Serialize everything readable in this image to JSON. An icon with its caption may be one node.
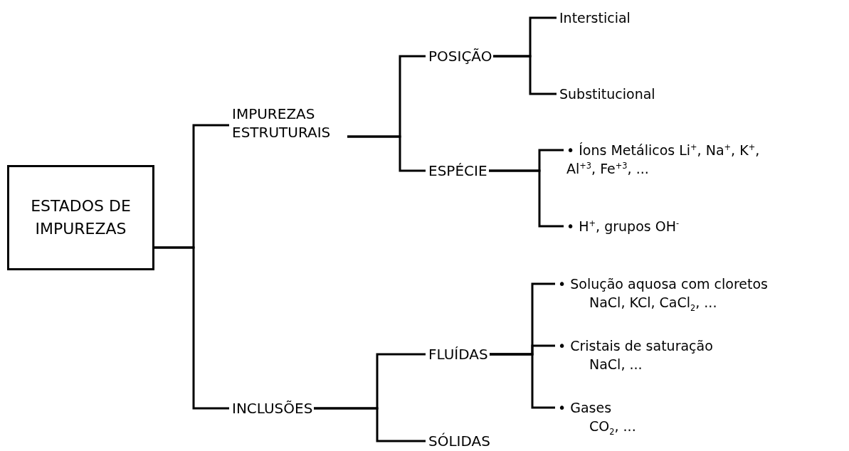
{
  "diagram": {
    "nodes": [
      {
        "text": [
          "ESTADOS DE IMPUREZAS"
        ]
      },
      {
        "text": [
          "IMPUREZAS ESTRUTURAIS"
        ]
      },
      {
        "text": [
          "INCLUSÕES"
        ]
      },
      {
        "text": [
          "POSIÇÃO"
        ]
      },
      {
        "text": [
          "ESPÉCIE"
        ]
      },
      {
        "text": [
          "FLUÍDAS"
        ]
      },
      {
        "text": [
          "SÓLIDAS"
        ]
      },
      {
        "text": [
          "Intersticial"
        ]
      },
      {
        "text": [
          "Substitucional"
        ]
      },
      {
        "text": [
          "• Íons Metálicos Li$^{+}$, Na$^{+}$, K$^{+}$, Al$^{+3}$, Fe$^{+3}$,  ..."
        ]
      },
      {
        "text": [
          "• H$^{+}$, grupos OH$^{-}$"
        ]
      },
      {
        "text": [
          "• Solução aquosa com cloretos",
          "NaCl, KCl, CaCl$_{2}$,  ..."
        ]
      },
      {
        "text": [
          "• Cristais de saturação",
          "NaCl,  ..."
        ]
      },
      {
        "text": [
          "• Gases",
          "CO$_{2}$,  ..."
        ]
      }
    ],
    "edges": [
      {
        "from": 0,
        "to": 1,
        "arrow": "none"
      },
      {
        "from": 0,
        "to": 2,
        "arrow": "none"
      },
      {
        "from": 1,
        "to": 3,
        "arrow": "none"
      },
      {
        "from": 1,
        "to": 4,
        "arrow": "none"
      },
      {
        "from": 3,
        "to": 7,
        "arrow": "none"
      },
      {
        "from": 3,
        "to": 8,
        "arrow": "none"
      },
      {
        "from": 4,
        "to": 9,
        "arrow": "none"
      },
      {
        "from": 4,
        "to": 10,
        "arrow": "none"
      },
      {
        "from": 2,
        "to": 5,
        "arrow": "none"
      },
      {
        "from": 2,
        "to": 6,
        "arrow": "none"
      },
      {
        "from": 5,
        "to": 11,
        "arrow": "none"
      },
      {
        "from": 5,
        "to": 12,
        "arrow": "none"
      },
      {
        "from": 5,
        "to": 13,
        "arrow": "none"
      }
    ]
  }
}
